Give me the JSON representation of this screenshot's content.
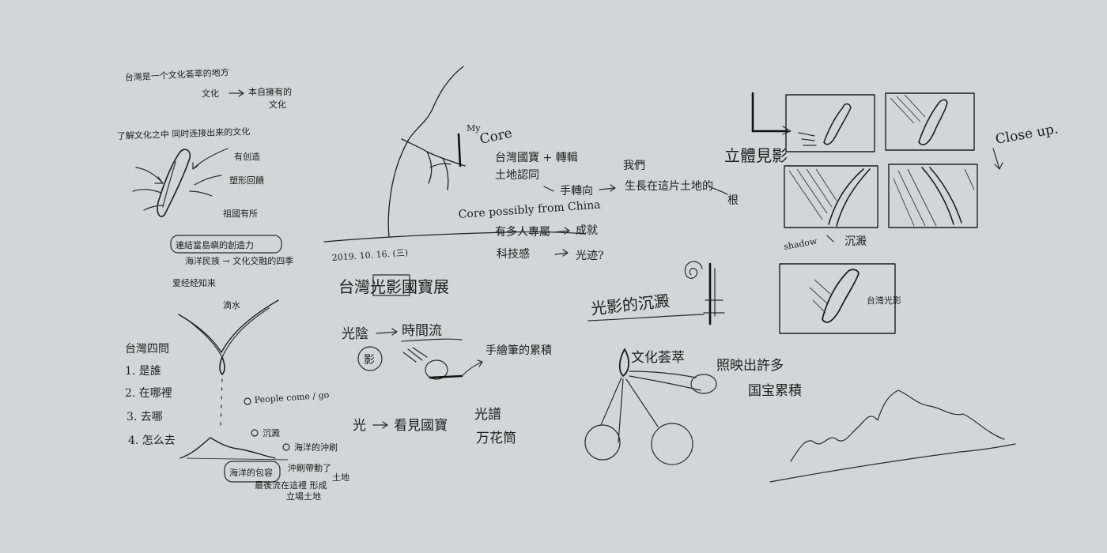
{
  "colors": {
    "paper": "#d4d5d6",
    "ink": "#1f1f1f"
  },
  "col1": {
    "line1": "台灣是一个文化荟萃的地方",
    "line2a": "文化",
    "line2b": "本自擁有的",
    "line2c": "文化",
    "line3": "了解文化之中 同时连接出来的文化",
    "note1": "有创造",
    "note2": "塑形回饋",
    "note3": "祖國有所",
    "boxed": "連結當島嶼的創造力",
    "line4": "海洋民族 → 文化交融的四季",
    "line5": "爱经经知来",
    "line6": "滴水",
    "list_title": "台灣四問",
    "list": [
      "1. 是誰",
      "2. 在哪裡",
      "3. 去哪",
      "4. 怎么去"
    ],
    "bullet1": "People come / go",
    "bullet2": "沉澱",
    "bullet3": "海洋的沖刷",
    "boxed2": "海洋的包容",
    "bullet4": "沖刷帶動了",
    "bullet5": "最後流在這裡 形成",
    "bullet6": "土地",
    "bullet7": "立場土地"
  },
  "col2": {
    "label_my": "My",
    "label_core": "Core",
    "note1": "台灣國寶 + 轉輯",
    "note2": "土地認同",
    "note3": "手轉向",
    "note4": "Core possibly from China",
    "note5": "有多人專屬",
    "note6": "科技感",
    "note7": "成就",
    "note8": "光迹?",
    "date": "2019. 10. 16. (三)",
    "title": "台灣光影國寶展",
    "flow1a": "光陰",
    "flow1b": "時間流",
    "circle_label": "影",
    "flow2": "手繪筆的累積",
    "flow3a": "光",
    "flow3b": "看見國寶",
    "flow4a": "光譜",
    "flow4b": "万花筒"
  },
  "col3": {
    "we": "我們",
    "we_note": "生長在這片土地的",
    "roots": "根",
    "heading": "光影的沉澱",
    "culture": "文化荟萃",
    "reflect1": "照映出許多",
    "reflect2": "国宝累積"
  },
  "col4": {
    "label_a": "立體見影",
    "closeup": "Close up.",
    "shadow": "shadow",
    "settle": "沉澱",
    "box_label": "台灣光影"
  }
}
